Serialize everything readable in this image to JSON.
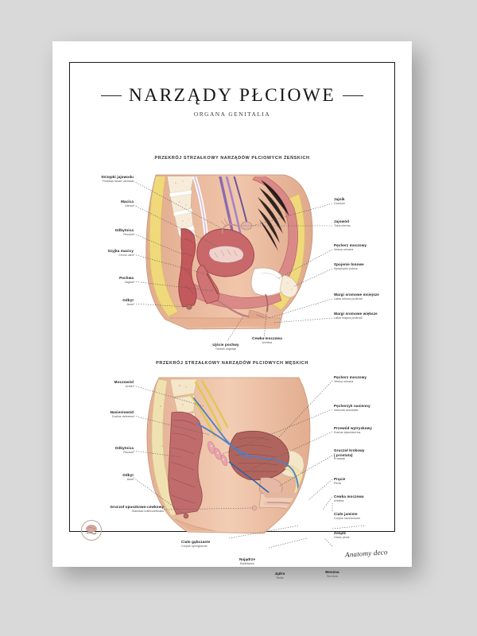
{
  "poster": {
    "title": "NARZĄDY PŁCIOWE",
    "subtitle": "ORGANA GENITALIA",
    "signature": "Anatomy deco",
    "logo_name": "anatomy-deco-logo",
    "background_color": "#d9d9d9",
    "sheet_color": "#ffffff",
    "frame_color": "#1b1b1b"
  },
  "sections": {
    "female": {
      "caption": "PRZEKRÓJ STRZAŁKOWY NARZĄDÓW PŁCIOWYCH ŻEŃSKICH",
      "labels_left": [
        {
          "pl": "Strzępki jajowodu",
          "la": "Fimbriae tubae uterinae"
        },
        {
          "pl": "Macica",
          "la": "Uterus"
        },
        {
          "pl": "Odbytnica",
          "la": "Rectum"
        },
        {
          "pl": "Szyjka macicy",
          "la": "Cervix uteri"
        },
        {
          "pl": "Pochwa",
          "la": "Vagina"
        },
        {
          "pl": "Odbyt",
          "la": "Anus"
        }
      ],
      "labels_right": [
        {
          "pl": "Jajnik",
          "la": "Ovarium"
        },
        {
          "pl": "Jajowód",
          "la": "Tuba uterina"
        },
        {
          "pl": "Pęcherz moczowy",
          "la": "Vesica urinaria"
        },
        {
          "pl": "Spojenie łonowe",
          "la": "Symphysis pubica"
        },
        {
          "pl": "Wargi sromowe mniejsze",
          "la": "Labia minora pudendi"
        },
        {
          "pl": "Wargi sromowe większe",
          "la": "Labia majora pudendi"
        }
      ],
      "labels_bottom": [
        {
          "pl": "Ujście pochwy",
          "la": "Ostium vaginae"
        },
        {
          "pl": "Cewka moczowa",
          "la": "Urethra"
        }
      ]
    },
    "male": {
      "caption": "PRZEKRÓJ STRZAŁKOWY NARZĄDÓW PŁCIOWYCH MĘSKICH",
      "labels_left": [
        {
          "pl": "Moczowód",
          "la": "Ureter"
        },
        {
          "pl": "Nasieniowód",
          "la": "Ductus deferens"
        },
        {
          "pl": "Odbytnica",
          "la": "Rectum"
        },
        {
          "pl": "Odbyt",
          "la": "Anus"
        },
        {
          "pl": "Gruczoł opuszkowo-cewkowy",
          "la": "Glandula bulbourethralis"
        }
      ],
      "labels_right": [
        {
          "pl": "Pęcherz moczowy",
          "la": "Vesica urinaria"
        },
        {
          "pl": "Pęcherzyk nasienny",
          "la": "Vesicula seminalis"
        },
        {
          "pl": "Przewód wytryskowy",
          "la": "Ductus ejaculatorius"
        },
        {
          "pl": "Gruczoł krokowy",
          "la": ""
        },
        {
          "pl": "( prostata)",
          "la": "Prostata"
        },
        {
          "pl": "Prącie",
          "la": "Penis"
        },
        {
          "pl": "Cewka moczowa",
          "la": "Urethra"
        },
        {
          "pl": "Ciało jamiste",
          "la": "Corpus cavernosum"
        },
        {
          "pl": "Żołądź",
          "la": "Glans penis"
        }
      ],
      "labels_bottom": [
        {
          "pl": "Ciało gąbczaste",
          "la": "Corpus spongiosum"
        },
        {
          "pl": "Najądrze",
          "la": "Epididymis"
        },
        {
          "pl": "Jądro",
          "la": "Testis"
        },
        {
          "pl": "Moszna",
          "la": "Scrotum"
        }
      ]
    }
  },
  "palette": {
    "skin": "#e8b99c",
    "skin_light": "#f3d6c2",
    "fat_yellow": "#efd97a",
    "muscle_pink": "#d98a88",
    "muscle_red": "#b8504f",
    "organ_red": "#c2595c",
    "vessel_purple": "#8a6bb0",
    "vessel_blue": "#4f7fc4",
    "bone_cream": "#f6ead8",
    "outline": "#8a6a59"
  }
}
